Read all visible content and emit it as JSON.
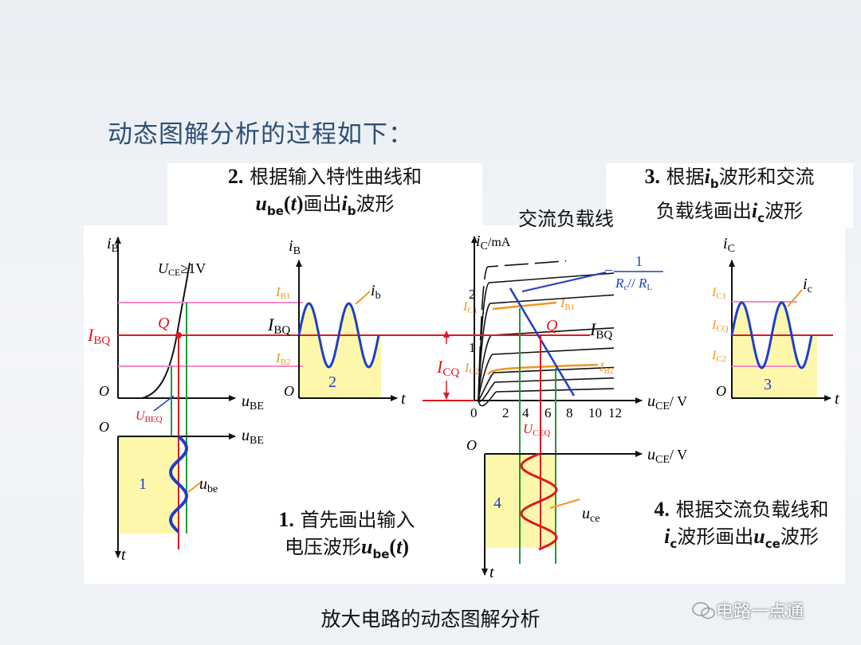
{
  "title": "动态图解分析的过程如下：",
  "step2": {
    "num": "2.",
    "line1": "根据输入特性曲线和",
    "u": "u",
    "u_sub": "be",
    "t_open": "(",
    "t": "t",
    "t_close": ")",
    "mid": "画出",
    "i": "i",
    "i_sub": "b",
    "tail": "波形"
  },
  "step3": {
    "num": "3.",
    "pre": "根据",
    "i": "i",
    "i_sub": "b",
    "line1_tail": "波形和交流",
    "line2_pre": "负载线画出",
    "i2": "i",
    "i2_sub": "c",
    "tail": "波形"
  },
  "ac_load_line": "交流负载线",
  "step1": {
    "num": "1.",
    "line1": "首先画出输入",
    "line2_pre": "电压波形",
    "u": "u",
    "u_sub": "be",
    "t_open": "(",
    "t": "t",
    "t_close": ")"
  },
  "step4": {
    "num": "4.",
    "line1": "根据交流负载线和",
    "i": "i",
    "i_sub": "c",
    "mid": "波形画出",
    "u": "u",
    "u_sub": "ce",
    "tail": "波形"
  },
  "caption": "放大电路的动态图解分析",
  "watermark": "电路一点通",
  "colors": {
    "title": "#2e4f73",
    "red": "#e0191e",
    "blue": "#1f3fc4",
    "green": "#1e9b3a",
    "orange": "#f0961e",
    "pink": "#f08cc8",
    "fill": "#fdf7ab"
  },
  "labels": {
    "iB": "i",
    "iB_sub": "B",
    "UCE_cond": "U",
    "UCE_cond_sub": "CE",
    "UCE_cond_val": "≥1V",
    "Q": "Q",
    "IBQ": "I",
    "IBQ_sub": "BQ",
    "O": "O",
    "uBE": "u",
    "uBE_sub": "BE",
    "UBEQ": "U",
    "UBEQ_sub": "BEQ",
    "t": "t",
    "ube": "u",
    "ube_sub": "be",
    "IB1": "I",
    "IB1_sub": "B1",
    "IB2": "I",
    "IB2_sub": "B2",
    "ib": "i",
    "ib_sub": "b",
    "iC_mA": "i",
    "iC_mA_sub": "C",
    "iC_mA_unit": "/mA",
    "IC1": "I",
    "IC1_sub": "C1",
    "IC2": "I",
    "IC2_sub": "C2",
    "ICQ": "I",
    "ICQ_sub": "CQ",
    "UCEQ": "U",
    "UCEQ_sub": "CEQ",
    "uCE": "u",
    "uCE_sub": "CE",
    "uCE_unit": "/ V",
    "uce": "u",
    "uce_sub": "ce",
    "iC": "i",
    "iC_sub": "C",
    "ic": "i",
    "ic_sub": "c",
    "minus": "−",
    "slope_num": "1",
    "slope_den_Rc": "R",
    "slope_den_Rc_sub": "c",
    "slope_den_par": "// ",
    "slope_den_RL": "R",
    "slope_den_RL_sub": "L"
  },
  "region_numbers": [
    "1",
    "2",
    "3",
    "4"
  ],
  "uce_ticks": [
    "0",
    "2",
    "4",
    "6",
    "8",
    "10",
    "12"
  ],
  "ic_ticks": [
    "1",
    "2"
  ]
}
